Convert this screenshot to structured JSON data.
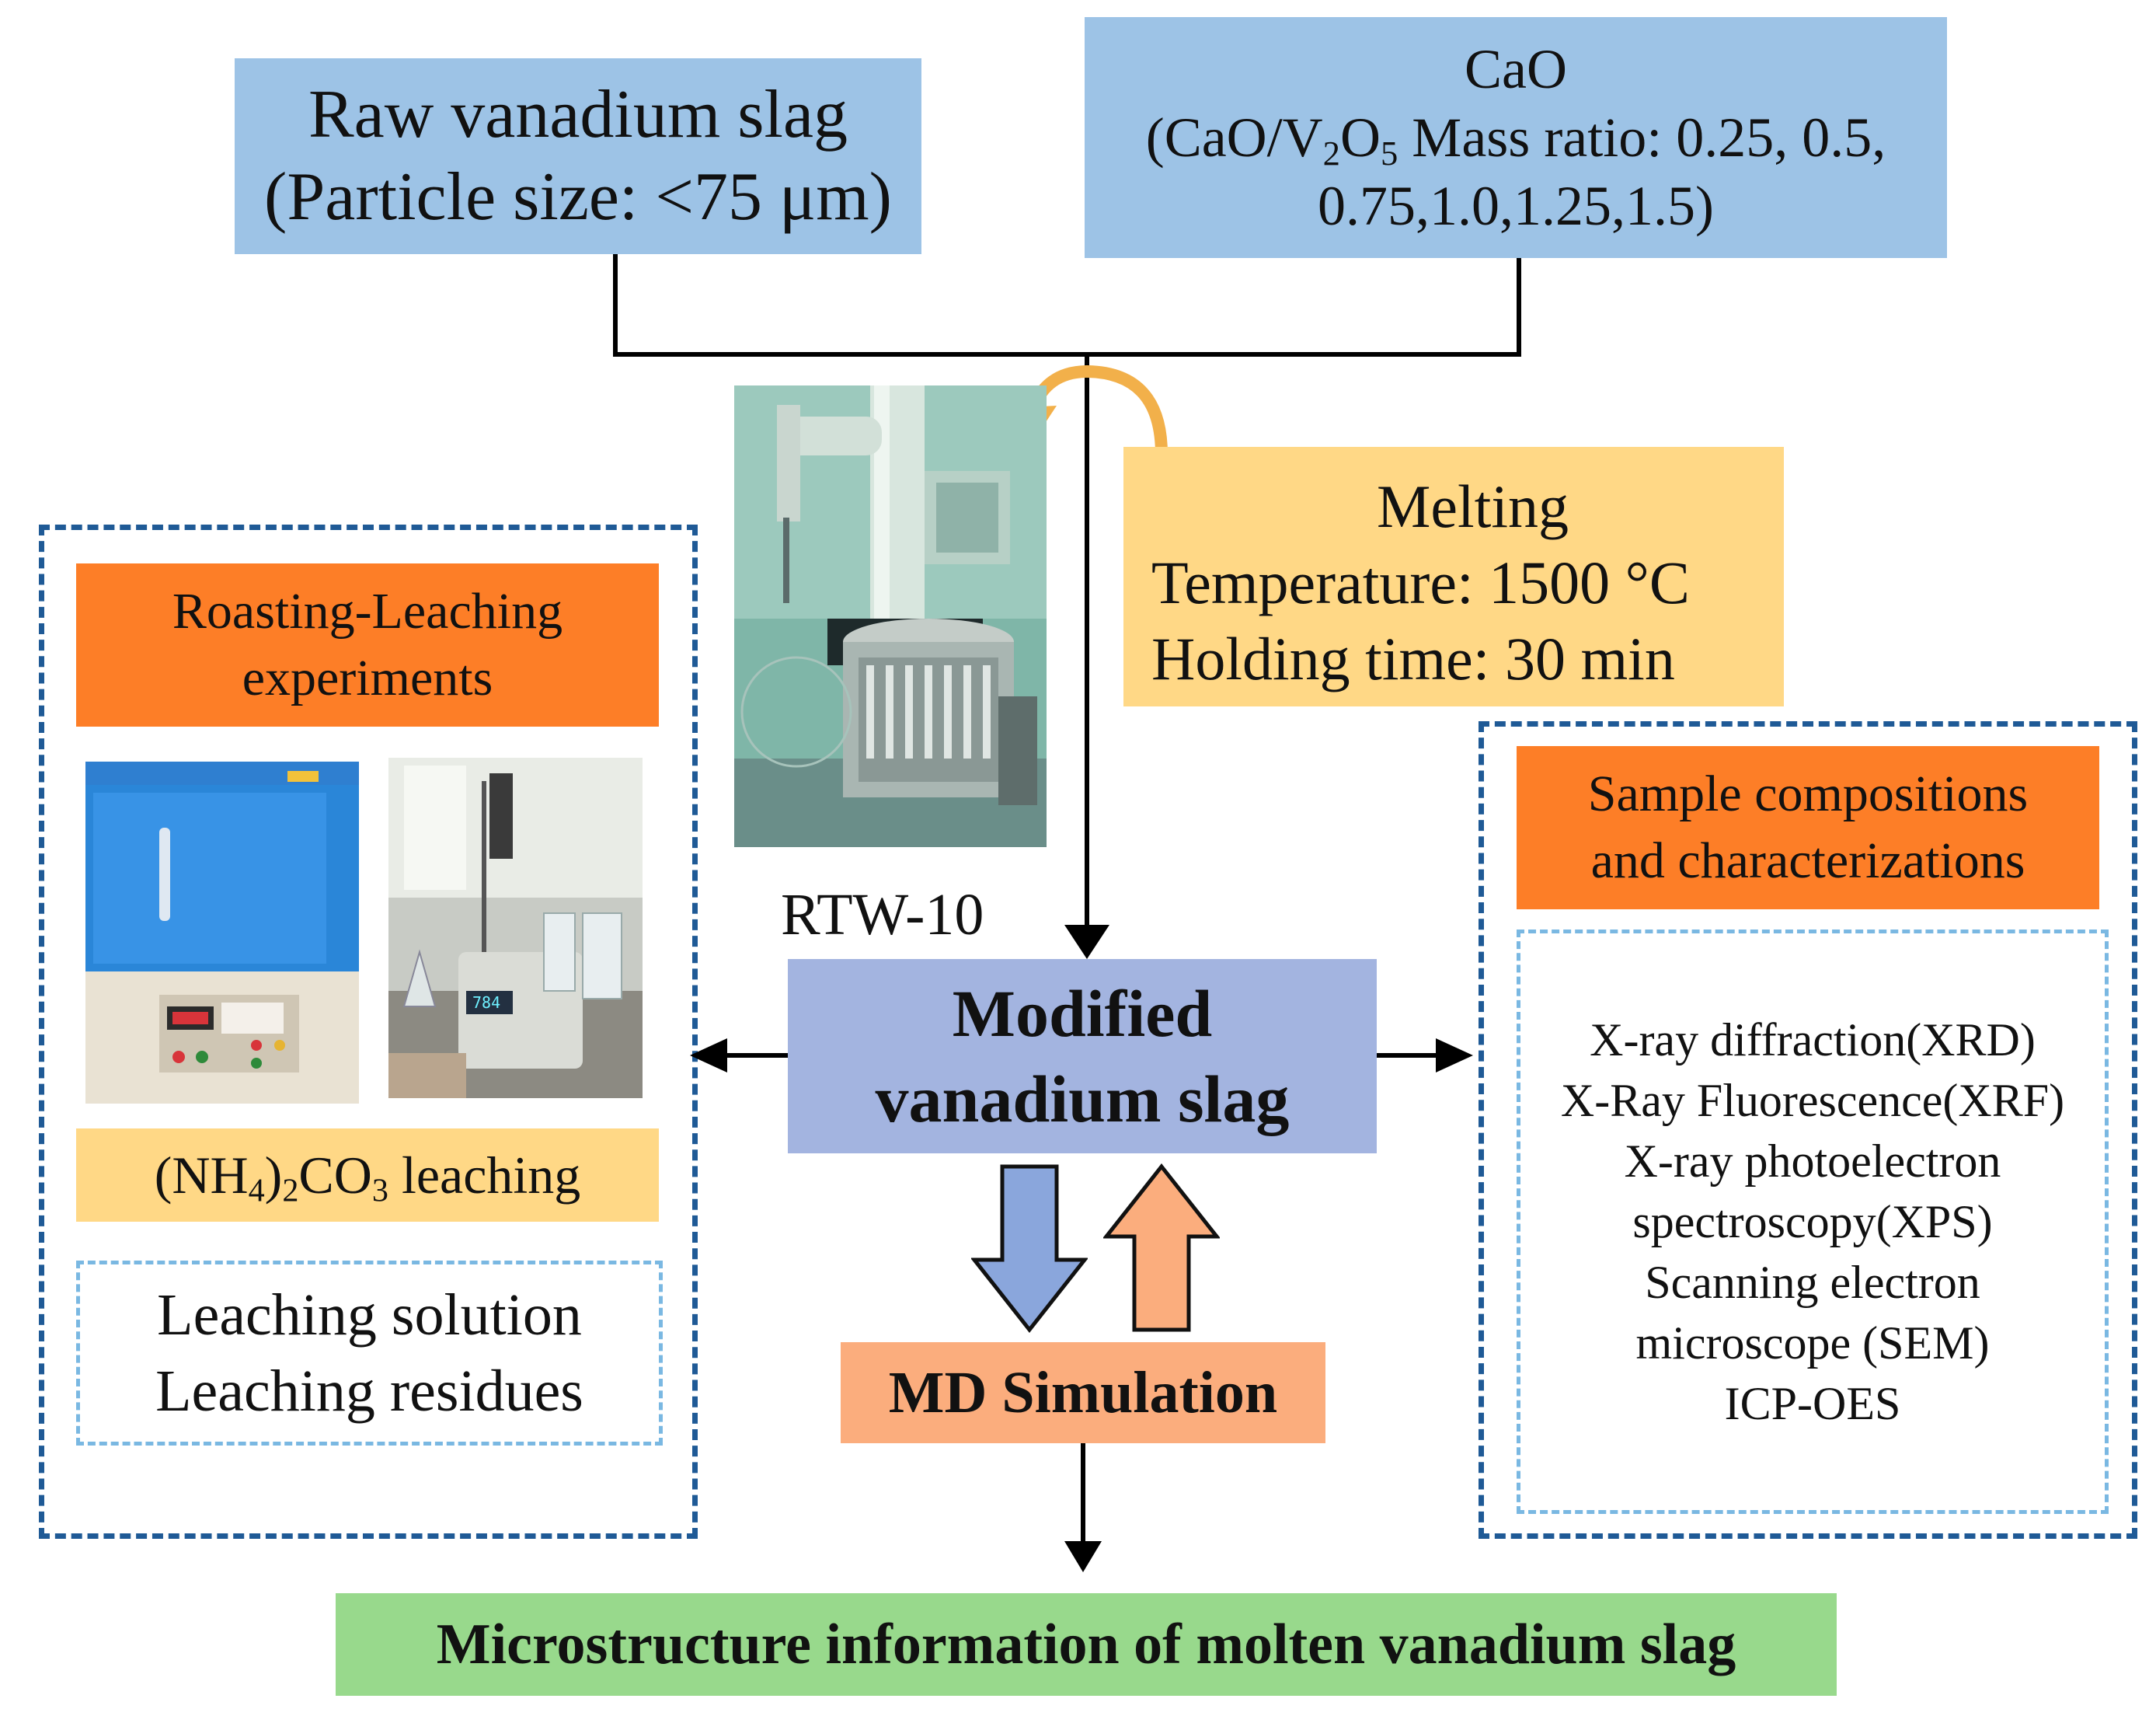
{
  "raw_slag": {
    "line1": "Raw vanadium slag",
    "line2": "(Particle size: <75 μm)"
  },
  "cao": {
    "title": "CaO",
    "ratio_prefix": "(CaO/V",
    "ratio_sub1": "2",
    "ratio_mid": "O",
    "ratio_sub2": "5",
    "ratio_suffix": " Mass ratio: 0.25, 0.5,",
    "line3": "0.75,1.0,1.25,1.5)"
  },
  "melting": {
    "title": "Melting",
    "temperature": "Temperature: 1500 °C",
    "holding": "Holding time: 30 min"
  },
  "furnace_label": "RTW-10",
  "modified": {
    "line1": "Modified",
    "line2": "vanadium slag"
  },
  "left_panel": {
    "title_line1": "Roasting-Leaching",
    "title_line2": "experiments",
    "leach_prefix": "(NH",
    "leach_sub1": "4",
    "leach_mid": ")",
    "leach_sub2": "2",
    "leach_co": "CO",
    "leach_sub3": "3",
    "leach_suffix": " leaching",
    "result1": "Leaching solution",
    "result2": "Leaching residues"
  },
  "right_panel": {
    "title_line1": "Sample compositions",
    "title_line2": "and characterizations",
    "items": [
      "X-ray diffraction(XRD)",
      "X-Ray Fluorescence(XRF)",
      "X-ray photoelectron",
      "spectroscopy(XPS)",
      "Scanning electron",
      "microscope (SEM)",
      "ICP-OES"
    ]
  },
  "md_simulation": "MD Simulation",
  "microstructure": "Microstructure information of molten vanadium slag",
  "colors": {
    "blue_box": "#9dc3e6",
    "yellow_box": "#ffd886",
    "orange_box": "#fd7e27",
    "purple_box": "#a3b4e0",
    "salmon_box": "#fbad7d",
    "green_box": "#98d98c",
    "dash_dark": "#1f5a96",
    "dash_light": "#7ab8e2",
    "arrow_blue": "#8aa6dc",
    "arrow_orange": "#fbad7d",
    "curved_arrow": "#f2b04a"
  }
}
